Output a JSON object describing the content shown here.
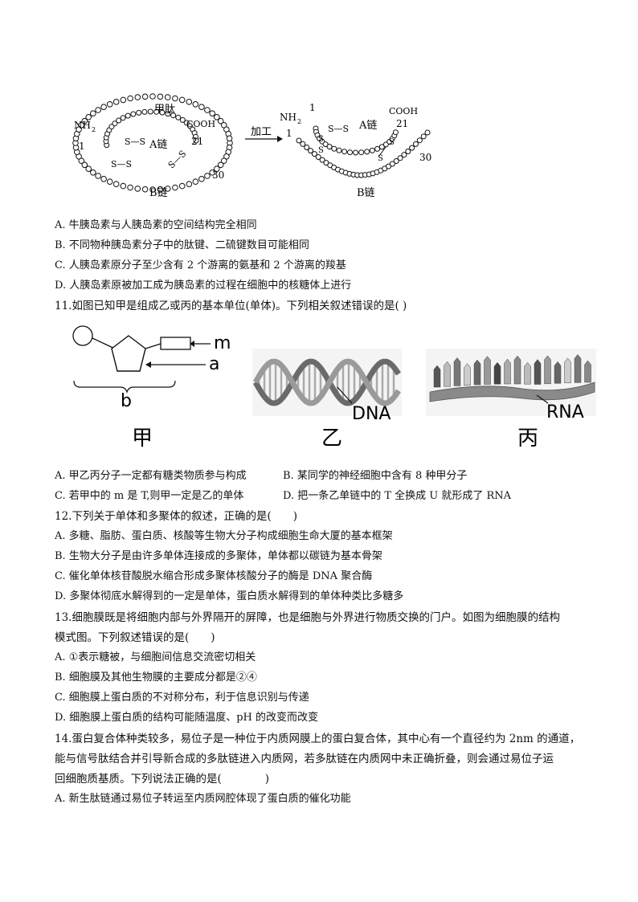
{
  "fig10": {
    "left": {
      "peptide": "甲肽",
      "nh2": "NH",
      "nh2_sub": "2",
      "n1": "1",
      "ss1": "S—S",
      "ss2": "S—S",
      "ss3": "S—S",
      "chain_a": "A链",
      "cooh": "COOH",
      "n21": "21",
      "n30": "30",
      "chain_b": "B链"
    },
    "arrow_label": "加工",
    "right": {
      "nh2": "NH",
      "nh2_sub": "2",
      "n1_top": "1",
      "n1": "1",
      "ss1": "S—S",
      "chain_a": "A链",
      "cooh": "COOH",
      "n21": "21",
      "n30": "30",
      "chain_b": "B链"
    }
  },
  "q10_options": [
    "A. 牛胰岛素与人胰岛素的空间结构完全相同",
    "B. 不同物种胰岛素分子中的肽键、二硫键数目可能相同",
    "C. 人胰岛素原分子至少含有 2 个游离的氨基和 2 个游离的羧基",
    "D. 人胰岛素原被加工成为胰岛素的过程在细胞中的核糖体上进行"
  ],
  "q11": {
    "stem": "11.如图已知甲是组成乙或丙的基本单位(单体)。下列相关叙述错误的是( )",
    "fig": {
      "m": "m",
      "a": "a",
      "b": "b",
      "dna": "DNA",
      "rna": "RNA",
      "jia": "甲",
      "yi": "乙",
      "bing": "丙"
    },
    "opt_a": "A. 甲乙丙分子一定都有糖类物质参与构成",
    "opt_b": "B. 某同学的神经细胞中含有 8 种甲分子",
    "opt_c": "C. 若甲中的 m 是 T,则甲一定是乙的单体",
    "opt_d": "D. 把一条乙单链中的 T 全换成 U 就形成了 RNA"
  },
  "q12": {
    "stem": "12.下列关于单体和多聚体的叙述，正确的是(　　)",
    "options": [
      "A. 多糖、脂肪、蛋白质、核酸等生物大分子构成细胞生命大厦的基本框架",
      "B. 生物大分子是由许多单体连接成的多聚体，单体都以碳链为基本骨架",
      "C. 催化单体核苷酸脱水缩合形成多聚体核酸分子的酶是 DNA 聚合酶",
      "D. 多聚体彻底水解得到的一定是单体，蛋白质水解得到的单体种类比多糖多"
    ]
  },
  "q13": {
    "stem1": "13.细胞膜既是将细胞内部与外界隔开的屏障，也是细胞与外界进行物质交换的门户。如图为细胞膜的结构",
    "stem2": "模式图。下列叙述错误的是(　　)",
    "options": [
      "A. ①表示糖被，与细胞间信息交流密切相关",
      "B. 细胞膜及其他生物膜的主要成分都是②④",
      "C. 细胞膜上蛋白质的不对称分布，利于信息识别与传递",
      "D. 细胞膜上蛋白质的结构可能随温度、pH 的改变而改变"
    ]
  },
  "q14": {
    "stem1": "14.蛋白复合体种类较多，易位子是一种位于内质网膜上的蛋白复合体，其中心有一个直径约为 2nm 的通道，",
    "stem2": "能与信号肽结合并引导新合成的多肽链进入内质网，若多肽链在内质网中未正确折叠，则会通过易位子运",
    "stem3": "回细胞质基质。下列说法正确的是(　　　　)",
    "opt_a": "A. 新生肽链通过易位子转运至内质网腔体现了蛋白质的催化功能"
  }
}
